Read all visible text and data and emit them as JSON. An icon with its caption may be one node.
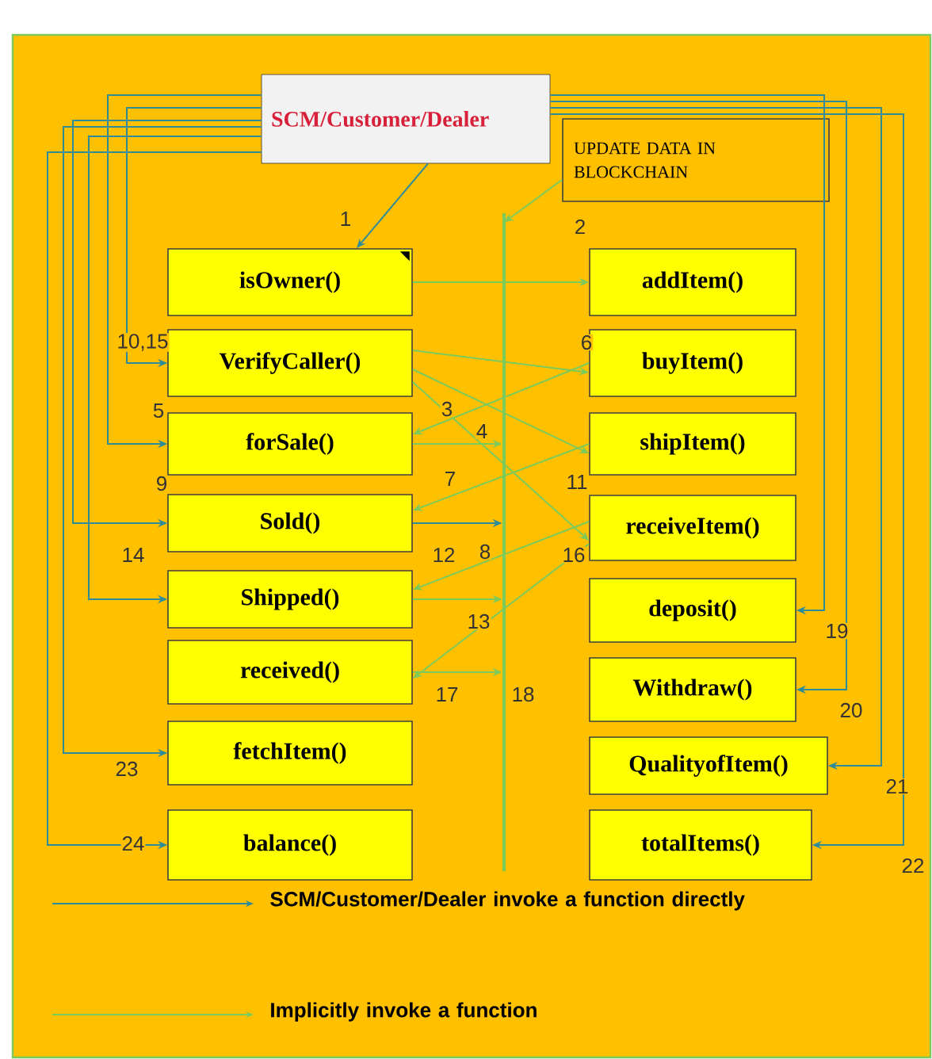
{
  "diagram": {
    "nodes": [
      {
        "text": [
          "SCM/Customer/Dealer"
        ]
      },
      {
        "text": [
          "UPDATE DATA IN BLOCKCHAIN"
        ]
      },
      {
        "text": [
          "isOwner()"
        ]
      },
      {
        "text": [
          "addItem()"
        ]
      },
      {
        "text": [
          "VerifyCaller()"
        ]
      },
      {
        "text": [
          "buyItem()"
        ]
      },
      {
        "text": [
          "forSale()"
        ]
      },
      {
        "text": [
          "shipItem()"
        ]
      },
      {
        "text": [
          "Sold()"
        ]
      },
      {
        "text": [
          "receiveItem()"
        ]
      },
      {
        "text": [
          "Shipped()"
        ]
      },
      {
        "text": [
          "deposit()"
        ]
      },
      {
        "text": [
          "received()"
        ]
      },
      {
        "text": [
          "Withdraw()"
        ]
      },
      {
        "text": [
          "fetchItem()"
        ]
      },
      {
        "text": [
          "QualityofItem()"
        ]
      },
      {
        "text": [
          "balance()"
        ]
      },
      {
        "text": [
          "totalItems()"
        ]
      },
      {
        "text": [],
        "shape": "bar"
      }
    ],
    "edges": [
      {
        "from": 0,
        "to": 2,
        "arrow": "to",
        "label": "1"
      },
      {
        "from": 1,
        "to": 18,
        "arrow": "to",
        "label": "2",
        "color": "#7ccb5a"
      },
      {
        "from": 0,
        "to": 4,
        "arrow": "to",
        "label": "10,15"
      },
      {
        "from": 0,
        "to": 6,
        "arrow": "to",
        "label": "5"
      },
      {
        "from": 0,
        "to": 8,
        "arrow": "to",
        "label": "9"
      },
      {
        "from": 0,
        "to": 10,
        "arrow": "to",
        "label": "14"
      },
      {
        "from": 0,
        "to": 14,
        "arrow": "to",
        "label": "23"
      },
      {
        "from": 0,
        "to": 16,
        "arrow": "to",
        "label": "24"
      },
      {
        "from": 0,
        "to": 11,
        "arrow": "to",
        "label": "19"
      },
      {
        "from": 0,
        "to": 13,
        "arrow": "to",
        "label": "20"
      },
      {
        "from": 0,
        "to": 15,
        "arrow": "to",
        "label": "21"
      },
      {
        "from": 0,
        "to": 17,
        "arrow": "to",
        "label": "22"
      },
      {
        "from": 2,
        "to": 3,
        "arrow": "to",
        "color": "#7ccb5a"
      },
      {
        "from": 5,
        "to": 6,
        "arrow": "to",
        "label": "3",
        "color": "#7ccb5a"
      },
      {
        "from": 4,
        "to": 5,
        "arrow": "to",
        "label": "6",
        "color": "#7ccb5a"
      },
      {
        "from": 6,
        "to": 18,
        "arrow": "to",
        "label": "4",
        "color": "#7ccb5a"
      },
      {
        "from": 7,
        "to": 8,
        "arrow": "to",
        "label": "7",
        "color": "#7ccb5a"
      },
      {
        "from": 4,
        "to": 7,
        "arrow": "to",
        "label": "11",
        "color": "#7ccb5a"
      },
      {
        "from": 8,
        "to": 18,
        "arrow": "to",
        "label": "8"
      },
      {
        "from": 9,
        "to": 10,
        "arrow": "to",
        "label": "12",
        "color": "#7ccb5a"
      },
      {
        "from": 4,
        "to": 9,
        "arrow": "to",
        "label": "16",
        "color": "#7ccb5a"
      },
      {
        "from": 10,
        "to": 18,
        "arrow": "to",
        "label": "13",
        "color": "#7ccb5a"
      },
      {
        "from": 9,
        "to": 12,
        "arrow": "to",
        "label": "17",
        "color": "#7ccb5a"
      },
      {
        "from": 12,
        "to": 18,
        "arrow": "to",
        "label": "18",
        "color": "#7ccb5a"
      }
    ],
    "legend": [
      {
        "text": "SCM/Customer/Dealer invoke a function directly"
      },
      {
        "text": "Implicitly invoke a function"
      }
    ]
  }
}
